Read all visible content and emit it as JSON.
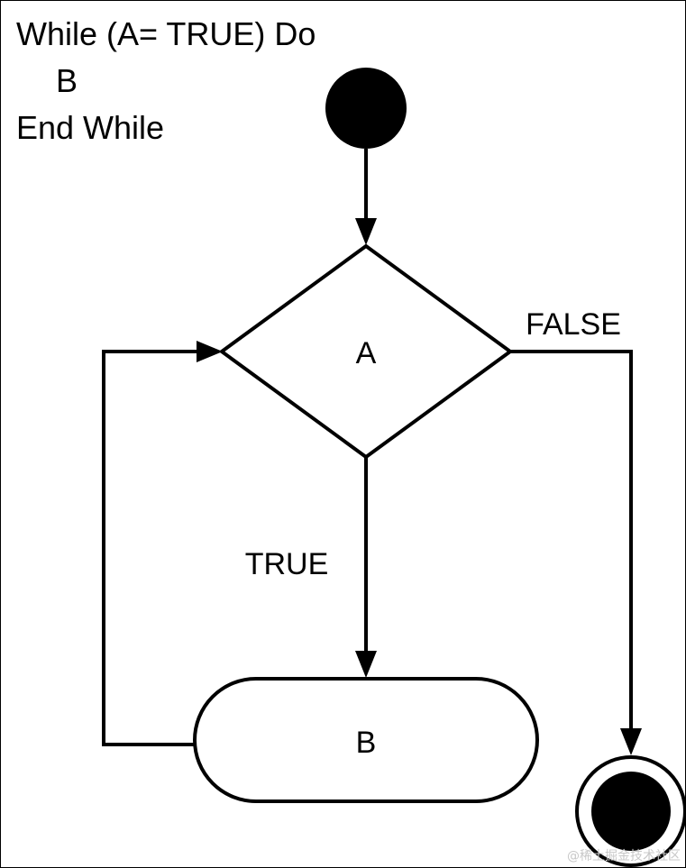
{
  "pseudocode": {
    "line1": "While (A= TRUE) Do",
    "line2": "B",
    "line3": "End While"
  },
  "diagram": {
    "decision_label": "A",
    "process_label": "B",
    "true_label": "TRUE",
    "false_label": "FALSE"
  },
  "watermark": "@稀土掘金技术社区",
  "colors": {
    "stroke": "#000000",
    "fill": "#000000",
    "background": "#ffffff"
  }
}
